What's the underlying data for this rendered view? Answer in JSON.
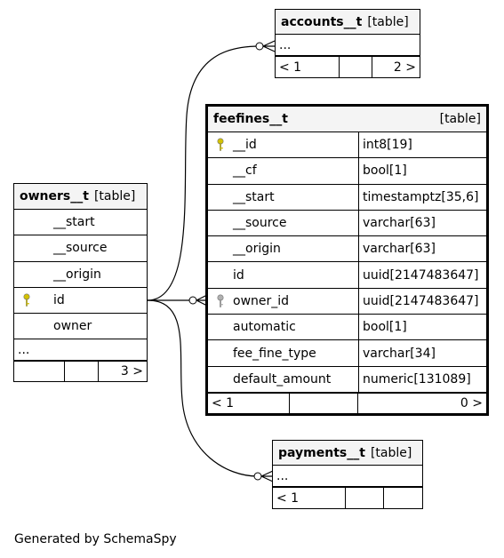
{
  "accounts": {
    "name": "accounts__t",
    "tag": "[table]",
    "more": "...",
    "foot_left": "< 1",
    "foot_mid": "",
    "foot_right": "2 >"
  },
  "feefines": {
    "name": "feefines__t",
    "tag": "[table]",
    "columns": [
      {
        "name": "__id",
        "type": "int8[19]",
        "key": "primary"
      },
      {
        "name": "__cf",
        "type": "bool[1]",
        "key": ""
      },
      {
        "name": "__start",
        "type": "timestamptz[35,6]",
        "key": ""
      },
      {
        "name": "__source",
        "type": "varchar[63]",
        "key": ""
      },
      {
        "name": "__origin",
        "type": "varchar[63]",
        "key": ""
      },
      {
        "name": "id",
        "type": "uuid[2147483647]",
        "key": ""
      },
      {
        "name": "owner_id",
        "type": "uuid[2147483647]",
        "key": "foreign"
      },
      {
        "name": "automatic",
        "type": "bool[1]",
        "key": ""
      },
      {
        "name": "fee_fine_type",
        "type": "varchar[34]",
        "key": ""
      },
      {
        "name": "default_amount",
        "type": "numeric[131089]",
        "key": ""
      }
    ],
    "foot_left": "< 1",
    "foot_mid": "",
    "foot_right": "0 >"
  },
  "owners": {
    "name": "owners__t",
    "tag": "[table]",
    "columns": [
      {
        "name": "__start",
        "key": ""
      },
      {
        "name": "__source",
        "key": ""
      },
      {
        "name": "__origin",
        "key": ""
      },
      {
        "name": "id",
        "key": "primary"
      },
      {
        "name": "owner",
        "key": ""
      }
    ],
    "more": "...",
    "foot_left": "",
    "foot_mid": "",
    "foot_right": "3 >"
  },
  "payments": {
    "name": "payments__t",
    "tag": "[table]",
    "more": "...",
    "foot_left": "< 1",
    "foot_mid": "",
    "foot_right": ""
  },
  "colors": {
    "primary_key": "#d4c200",
    "foreign_key": "#b0b0b0",
    "header_bg": "#f4f4f4"
  },
  "footer": "Generated by SchemaSpy"
}
